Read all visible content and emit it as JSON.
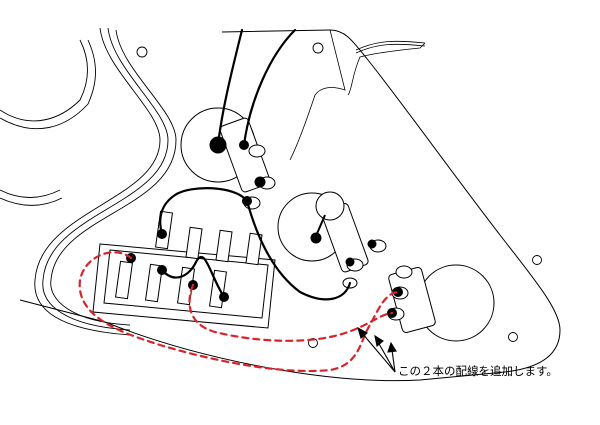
{
  "annotation": {
    "text": "この２本の配線を追加します。"
  },
  "colors": {
    "line": "#000000",
    "added_wire": "#d8232a",
    "background": "#ffffff"
  },
  "components": {
    "pots": [
      "volume-pot",
      "tone-pot-1",
      "tone-pot-2"
    ],
    "switch": "five-way-switch",
    "added_wires": 2
  }
}
